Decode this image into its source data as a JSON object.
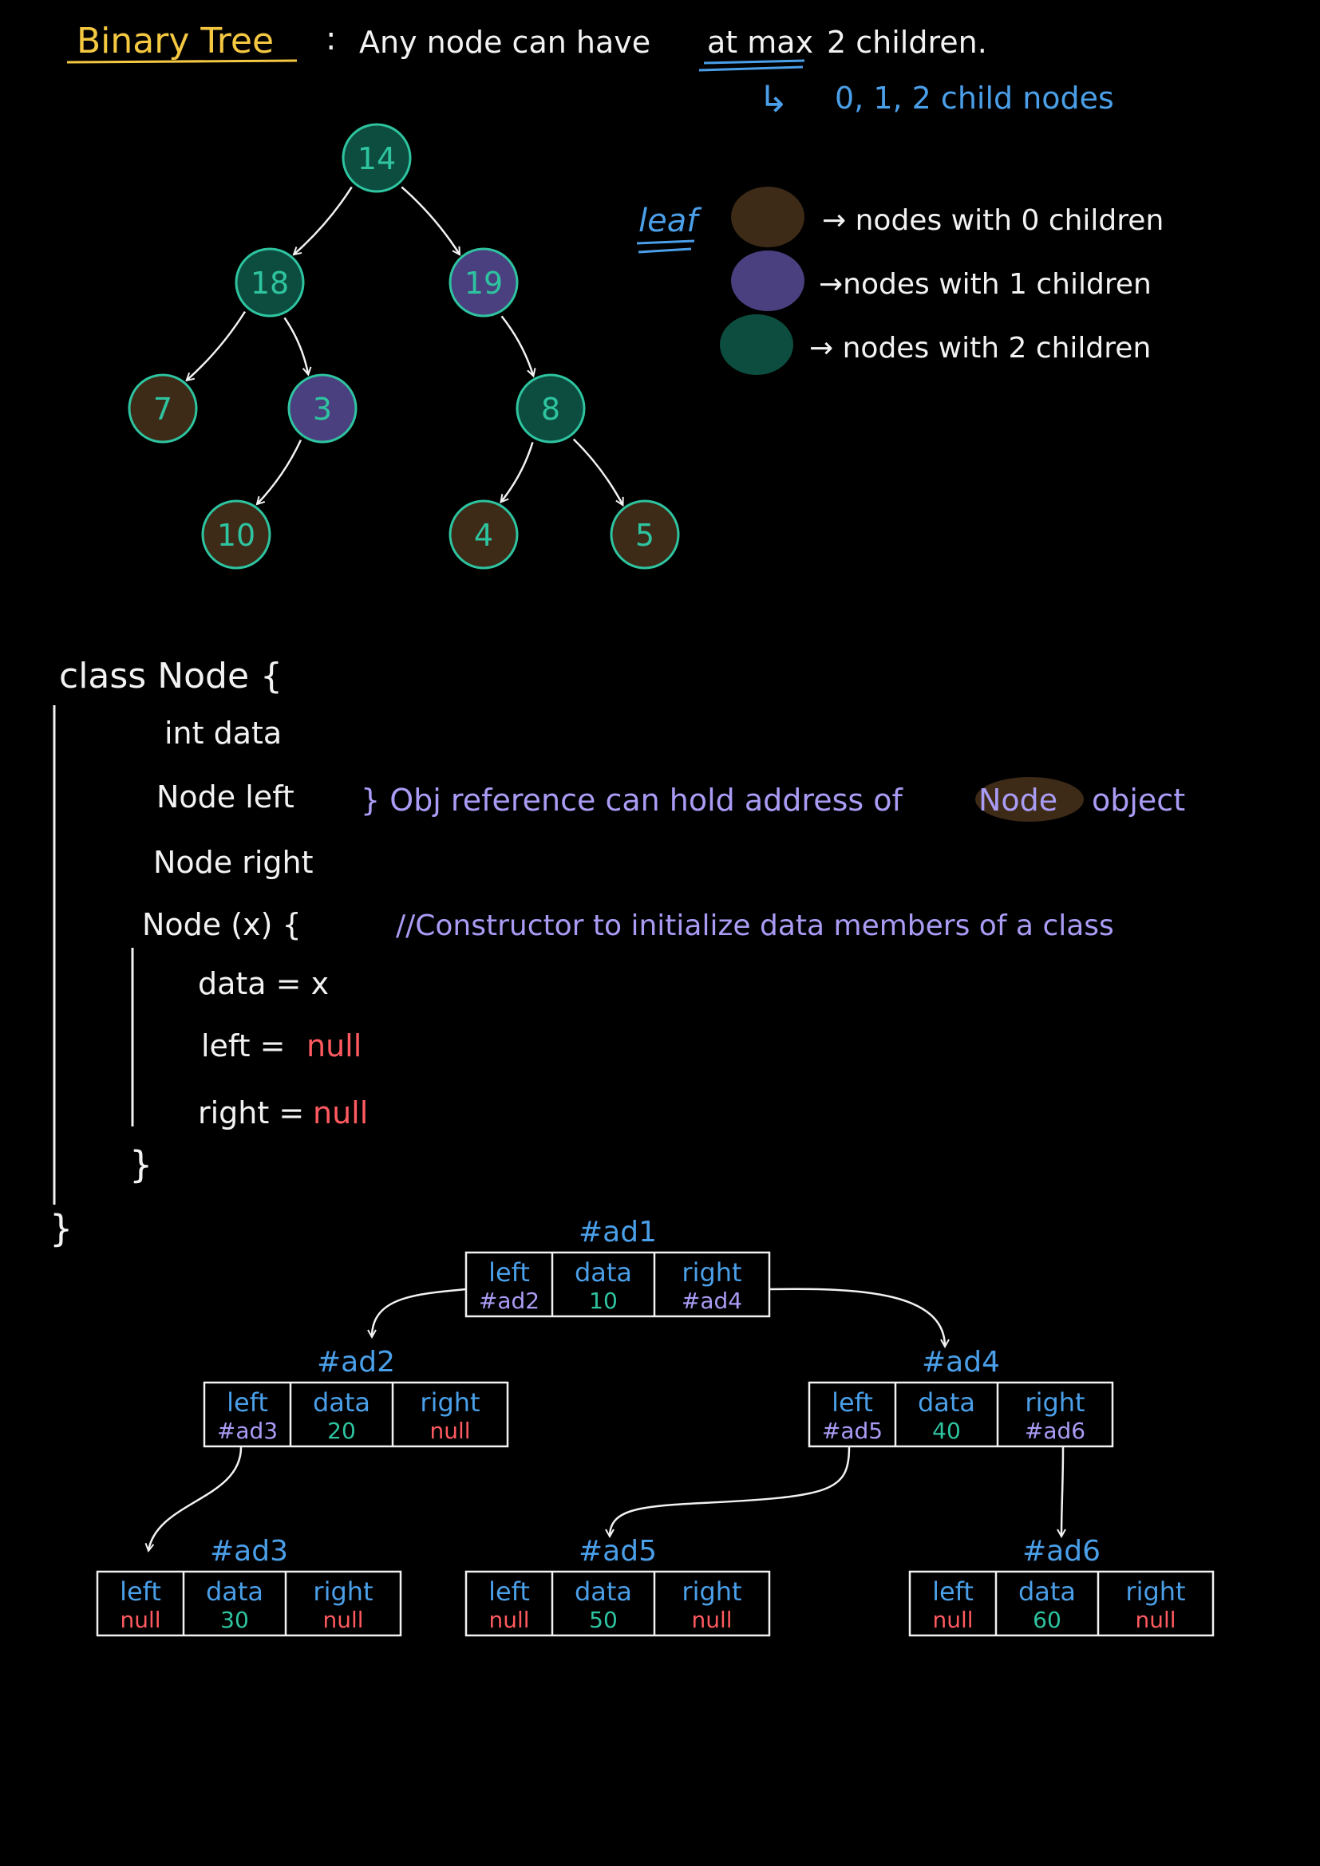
{
  "title": {
    "term": "Binary Tree",
    "colon": ":",
    "definition_prefix": "Any node can have",
    "definition_emph": "at max",
    "definition_suffix": "2 children.",
    "sub_arrow": "↳",
    "sub_note": "0, 1, 2 child nodes"
  },
  "colors": {
    "leaf_fill": "#3d2a17",
    "one_child_fill": "#4a4080",
    "two_child_fill": "#0d4d3f",
    "node_stroke": "#2ec4a0",
    "node_text": "#2ec4a0",
    "white": "#f2f2f2",
    "yellow": "#f5c842",
    "blue": "#4a9fe8",
    "purple": "#a99cf5",
    "green": "#2ec4a0",
    "red": "#ff5a5f"
  },
  "tree": {
    "nodes": [
      {
        "id": "n14",
        "label": "14",
        "kind": "two"
      },
      {
        "id": "n18",
        "label": "18",
        "kind": "two"
      },
      {
        "id": "n19",
        "label": "19",
        "kind": "one"
      },
      {
        "id": "n7",
        "label": "7",
        "kind": "leaf"
      },
      {
        "id": "n3",
        "label": "3",
        "kind": "one"
      },
      {
        "id": "n8",
        "label": "8",
        "kind": "two"
      },
      {
        "id": "n10",
        "label": "10",
        "kind": "leaf"
      },
      {
        "id": "n4",
        "label": "4",
        "kind": "leaf"
      },
      {
        "id": "n5",
        "label": "5",
        "kind": "leaf"
      }
    ],
    "edges": [
      [
        "n14",
        "n18"
      ],
      [
        "n14",
        "n19"
      ],
      [
        "n18",
        "n7"
      ],
      [
        "n18",
        "n3"
      ],
      [
        "n19",
        "n8"
      ],
      [
        "n3",
        "n10"
      ],
      [
        "n8",
        "n4"
      ],
      [
        "n8",
        "n5"
      ]
    ]
  },
  "legend": {
    "label": "leaf",
    "items": [
      {
        "kind": "leaf",
        "text": "→ nodes with 0 children"
      },
      {
        "kind": "one",
        "text": "→nodes with 1 children"
      },
      {
        "kind": "two",
        "text": "→ nodes with 2 children"
      }
    ]
  },
  "code": {
    "class_line": "class Node {",
    "field_data": "int data",
    "field_left": "Node left",
    "field_right": "Node right",
    "brace_comment_prefix": "} Obj reference can hold address of",
    "brace_comment_highlight": "Node",
    "brace_comment_suffix": "object",
    "ctor_line": "Node (x) {",
    "ctor_comment": "//Constructor to initialize data members of a class",
    "assign_data": "data = x",
    "assign_left_prefix": "left =",
    "assign_left_value": "null",
    "assign_right_prefix": "right =",
    "assign_right_value": "null",
    "ctor_close": "}",
    "class_close": "}"
  },
  "memory": {
    "headers": {
      "left": "left",
      "data": "data",
      "right": "right"
    },
    "boxes": [
      {
        "id": "b1",
        "address": "#ad1",
        "left": "#ad2",
        "data": "10",
        "right": "#ad4"
      },
      {
        "id": "b2",
        "address": "#ad2",
        "left": "#ad3",
        "data": "20",
        "right": "null"
      },
      {
        "id": "b4",
        "address": "#ad4",
        "left": "#ad5",
        "data": "40",
        "right": "#ad6"
      },
      {
        "id": "b3",
        "address": "#ad3",
        "left": "null",
        "data": "30",
        "right": "null"
      },
      {
        "id": "b5",
        "address": "#ad5",
        "left": "null",
        "data": "50",
        "right": "null"
      },
      {
        "id": "b6",
        "address": "#ad6",
        "left": "null",
        "data": "60",
        "right": "null"
      }
    ],
    "links": [
      {
        "from": "b1",
        "side": "left",
        "to": "b2"
      },
      {
        "from": "b1",
        "side": "right",
        "to": "b4"
      },
      {
        "from": "b2",
        "side": "left",
        "to": "b3"
      },
      {
        "from": "b4",
        "side": "left",
        "to": "b5"
      },
      {
        "from": "b4",
        "side": "right",
        "to": "b6"
      }
    ]
  }
}
